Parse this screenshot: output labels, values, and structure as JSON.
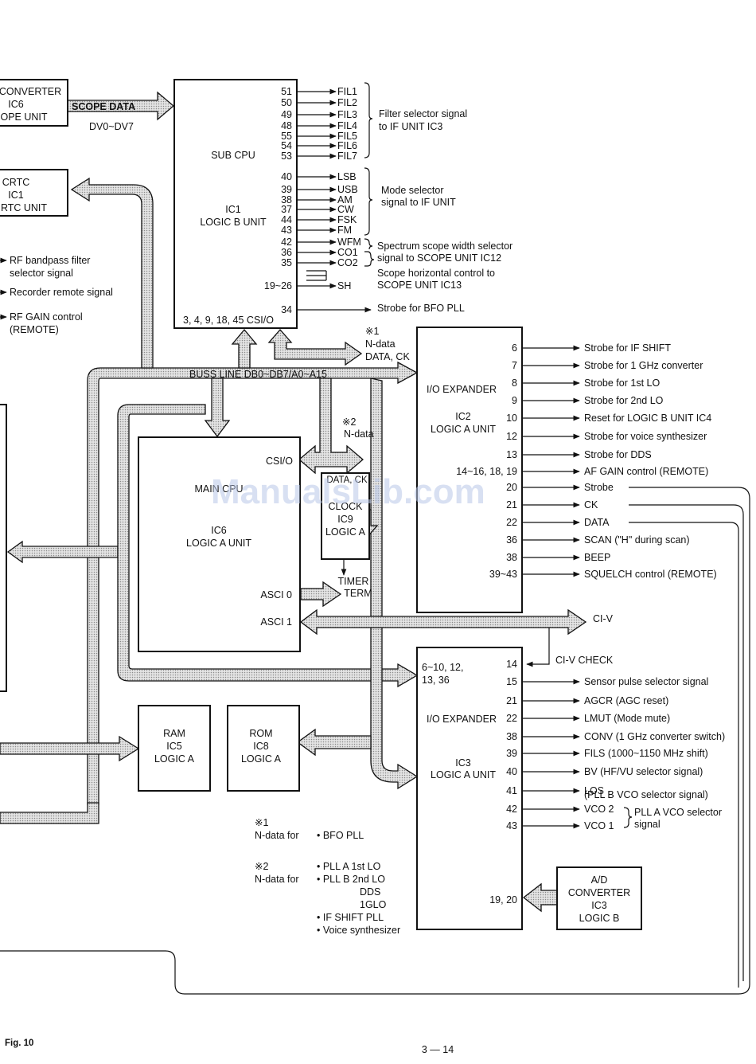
{
  "blocks": {
    "converter_ic6": [
      "CONVERTER",
      "IC6",
      "OPE UNIT"
    ],
    "crtc_ic1": [
      "CRTC",
      "IC1",
      "RTC UNIT"
    ],
    "sub_cpu": [
      "SUB CPU",
      "IC1",
      "LOGIC B UNIT"
    ],
    "sub_cpu_bottom": "3, 4, 9, 18, 45 CSI/O",
    "main_cpu": [
      "MAIN CPU",
      "IC6",
      "LOGIC A UNIT"
    ],
    "main_csio": "CSI/O",
    "main_asci0": "ASCI 0",
    "main_asci1": "ASCI 1",
    "clock_ic9": [
      "DATA, CK",
      "CLOCK",
      "IC9",
      "LOGIC A"
    ],
    "timer_term": [
      "TIMER",
      "TERM"
    ],
    "ic2": [
      "I/O EXPANDER",
      "IC2",
      "LOGIC A UNIT"
    ],
    "ic3": [
      "I/O EXPANDER",
      "IC3",
      "LOGIC A UNIT"
    ],
    "ram": [
      "RAM",
      "IC5",
      "LOGIC A"
    ],
    "rom": [
      "ROM",
      "IC8",
      "LOGIC A"
    ],
    "adc": [
      "A/D",
      "CONVERTER",
      "IC3",
      "LOGIC B"
    ]
  },
  "scope_data": {
    "label": "SCOPE DATA",
    "sub": "DV0~DV7"
  },
  "bus_line": "BUSS LINE  DB0~DB7/A0~A15",
  "note1": [
    "※1",
    "N-data",
    "DATA, CK"
  ],
  "note2": [
    "※2",
    "N-data"
  ],
  "left_signals": [
    {
      "lines": [
        "RF bandpass filter",
        "selector signal"
      ]
    },
    {
      "lines": [
        "Recorder remote signal"
      ]
    },
    {
      "lines": [
        "RF GAIN control",
        "(REMOTE)"
      ]
    }
  ],
  "sub_cpu_pins": [
    {
      "pin": "51",
      "label": "FIL1"
    },
    {
      "pin": "50",
      "label": "FIL2"
    },
    {
      "pin": "49",
      "label": "FIL3"
    },
    {
      "pin": "48",
      "label": "FIL4"
    },
    {
      "pin": "55",
      "label": "FIL5"
    },
    {
      "pin": "54",
      "label": "FIL6"
    },
    {
      "pin": "53",
      "label": "FIL7"
    },
    {
      "pin": "40",
      "label": "LSB"
    },
    {
      "pin": "39",
      "label": "USB"
    },
    {
      "pin": "38",
      "label": "AM"
    },
    {
      "pin": "37",
      "label": "CW"
    },
    {
      "pin": "44",
      "label": "FSK"
    },
    {
      "pin": "43",
      "label": "FM"
    },
    {
      "pin": "42",
      "label": "WFM"
    },
    {
      "pin": "36",
      "label": "CO1"
    },
    {
      "pin": "35",
      "label": "CO2"
    },
    {
      "pin": "19~26",
      "label": "SH"
    },
    {
      "pin": "34",
      "label": ""
    }
  ],
  "sub_cpu_groups": {
    "filter": [
      "Filter selector signal",
      "to IF UNIT IC3"
    ],
    "mode": [
      "Mode selector",
      "signal to IF UNIT"
    ],
    "spectrum": [
      "Spectrum scope width selector",
      "signal to SCOPE UNIT IC12"
    ],
    "scope_h": [
      "Scope horizontal control to",
      "SCOPE UNIT IC13"
    ],
    "strobe_bfo": "Strobe for BFO PLL"
  },
  "ic2_pins": [
    {
      "pin": "6",
      "label": "Strobe for IF SHIFT"
    },
    {
      "pin": "7",
      "label": "Strobe for 1 GHz converter"
    },
    {
      "pin": "8",
      "label": "Strobe for 1st LO"
    },
    {
      "pin": "9",
      "label": "Strobe for 2nd LO"
    },
    {
      "pin": "10",
      "label": "Reset for LOGIC B UNIT IC4"
    },
    {
      "pin": "12",
      "label": "Strobe for voice synthesizer"
    },
    {
      "pin": "13",
      "label": "Strobe for DDS"
    },
    {
      "pin": "14~16, 18, 19",
      "label": "AF GAIN control (REMOTE)"
    },
    {
      "pin": "20",
      "label": "Strobe"
    },
    {
      "pin": "21",
      "label": "CK"
    },
    {
      "pin": "22",
      "label": "DATA"
    },
    {
      "pin": "36",
      "label": "SCAN (\"H\" during scan)"
    },
    {
      "pin": "38",
      "label": "BEEP"
    },
    {
      "pin": "39~43",
      "label": "SQUELCH control (REMOTE)"
    }
  ],
  "civ": {
    "label": "CI-V",
    "check": "CI-V CHECK"
  },
  "ic3_left_pins": [
    "6~10, 12,",
    "13, 36"
  ],
  "ic3_pins": [
    {
      "pin": "14",
      "label": ""
    },
    {
      "pin": "15",
      "label": "Sensor pulse selector signal"
    },
    {
      "pin": "21",
      "label": "AGCR (AGC reset)"
    },
    {
      "pin": "22",
      "label": "LMUT (Mode mute)"
    },
    {
      "pin": "38",
      "label": "CONV (1 GHz converter switch)"
    },
    {
      "pin": "39",
      "label": "FILS (1000~1150 MHz shift)"
    },
    {
      "pin": "40",
      "label": "BV (HF/VU selector signal)"
    },
    {
      "pin": "41",
      "label": "LOS"
    },
    {
      "pin": "42",
      "label": "VCO 2"
    },
    {
      "pin": "43",
      "label": "VCO 1"
    }
  ],
  "ic3_extra": {
    "los_sub": "(PLL B VCO selector signal)",
    "pll_a": [
      "PLL A VCO selector",
      "signal"
    ],
    "adc_pins": "19, 20"
  },
  "footnotes": {
    "n1": [
      "※1",
      "N-data for"
    ],
    "n1_items": [
      "• BFO PLL"
    ],
    "n2": [
      "※2",
      "N-data for"
    ],
    "n2_items": [
      "• PLL A 1st LO",
      "• PLL B 2nd LO",
      "DDS",
      "1GLO",
      "• IF SHIFT PLL",
      "• Voice synthesizer"
    ]
  },
  "fig_label": "Fig. 10",
  "page_number": "3 — 14",
  "watermark": "ManualsLib.com"
}
